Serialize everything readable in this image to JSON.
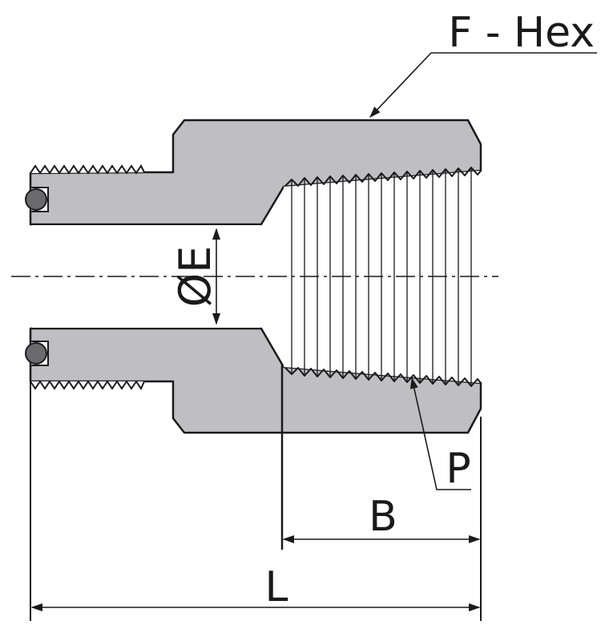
{
  "labels": {
    "hex": "F - Hex",
    "bore": "ØE",
    "port": "P",
    "thread_length": "B",
    "overall_length": "L"
  },
  "colors": {
    "body": "#bfbfc3",
    "outline": "#1a1a1a",
    "oring": "#6b6b6f",
    "background": "#ffffff"
  }
}
